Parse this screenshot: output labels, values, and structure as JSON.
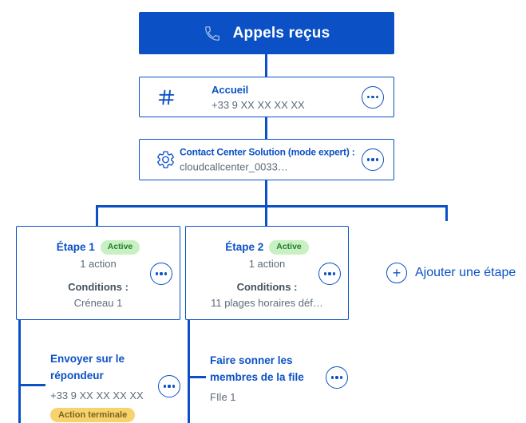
{
  "flow": {
    "header": {
      "title": "Appels reçus",
      "icon": "phone-icon"
    },
    "accueil": {
      "title": "Accueil",
      "number": "+33 9 XX XX XX XX",
      "icon": "hash-icon"
    },
    "solution": {
      "title": "Contact Center Solution (mode expert) :",
      "value": "cloudcallcenter_0033…",
      "icon": "gear-icon"
    },
    "steps": [
      {
        "title": "Étape 1",
        "status": "Active",
        "actions_count": "1 action",
        "conditions_label": "Conditions :",
        "conditions_value": "Créneau 1"
      },
      {
        "title": "Étape 2",
        "status": "Active",
        "actions_count": "1 action",
        "conditions_label": "Conditions :",
        "conditions_value": "11 plages horaires déf…"
      }
    ],
    "add_step_label": "Ajouter une étape",
    "actions": [
      {
        "title": "Envoyer sur le répondeur",
        "detail": "+33 9 XX XX XX XX",
        "badge": "Action terminale"
      },
      {
        "title": "Faire sonner les membres de la file",
        "detail": "FIle 1"
      }
    ]
  },
  "colors": {
    "primary_blue": "#0b51c5",
    "text_gray": "#5d6b79",
    "active_badge_bg": "#c9f0c2",
    "active_badge_text": "#1f7d2c",
    "terminal_badge_bg": "#f7d36d",
    "terminal_badge_text": "#7d641f"
  }
}
